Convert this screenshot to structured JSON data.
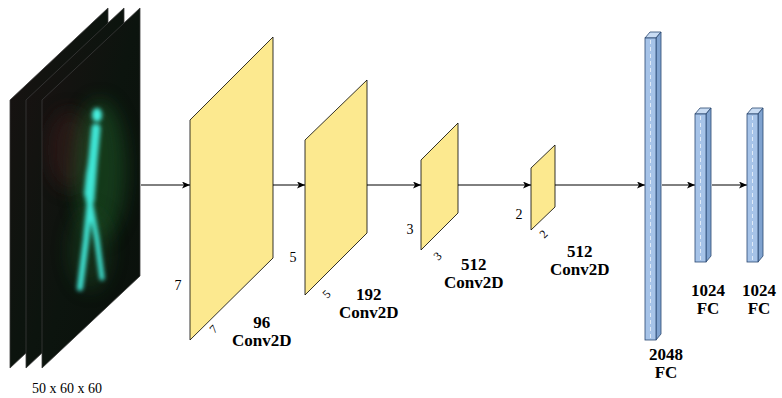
{
  "diagram": {
    "nodes": [
      {
        "text": [
          "50 x 60 x 60"
        ]
      },
      {
        "text": [
          "7",
          "7",
          "96 Conv2D"
        ]
      },
      {
        "text": [
          "5",
          "5",
          "192 Conv2D"
        ]
      },
      {
        "text": [
          "3",
          "3",
          "512 Conv2D"
        ]
      },
      {
        "text": [
          "2",
          "2",
          "512 Conv2D"
        ]
      },
      {
        "text": [
          "2048 FC"
        ]
      },
      {
        "text": [
          "1024 FC"
        ]
      },
      {
        "text": [
          "1024 FC"
        ]
      }
    ],
    "edges": [
      {
        "from": 0,
        "to": 1,
        "arrow": "to"
      },
      {
        "from": 1,
        "to": 2,
        "arrow": "to"
      },
      {
        "from": 2,
        "to": 3,
        "arrow": "to"
      },
      {
        "from": 3,
        "to": 4,
        "arrow": "to"
      },
      {
        "from": 4,
        "to": 5,
        "arrow": "to"
      },
      {
        "from": 5,
        "to": 6,
        "arrow": "to"
      },
      {
        "from": 6,
        "to": 7,
        "arrow": "to"
      }
    ]
  }
}
